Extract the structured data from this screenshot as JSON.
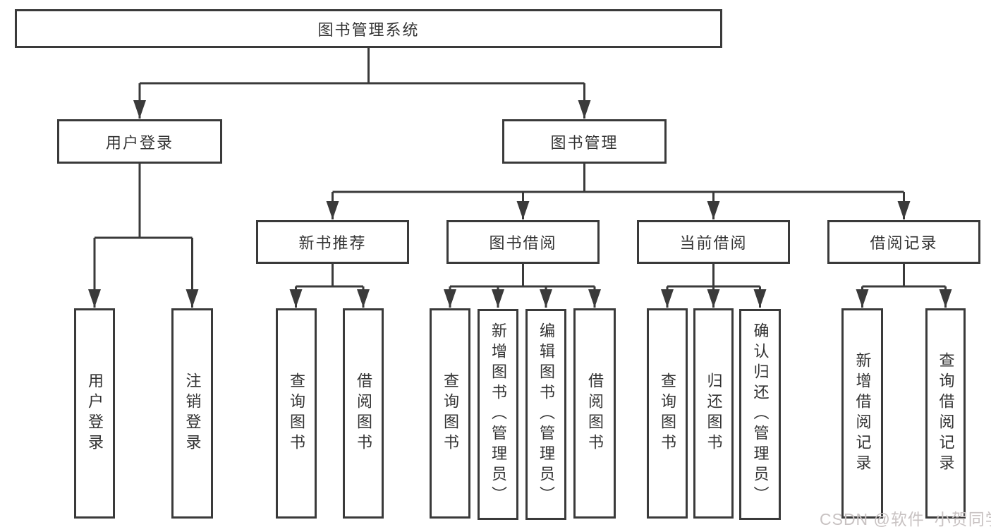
{
  "diagram": {
    "type": "hierarchy-tree",
    "colors": {
      "line": "#3a3a3a",
      "box_border": "#3a3a3a",
      "box_fill": "#ffffff",
      "text": "#333333",
      "watermark_text": "#c8c2c2",
      "background": "#ffffff"
    },
    "nodes": {
      "root": {
        "label": "图书管理系统"
      },
      "level2": [
        {
          "label": "用户登录"
        },
        {
          "label": "图书管理"
        }
      ],
      "level3": [
        {
          "label": "新书推荐"
        },
        {
          "label": "图书借阅"
        },
        {
          "label": "当前借阅"
        },
        {
          "label": "借阅记录"
        }
      ],
      "leaves": [
        {
          "label": "用户登录",
          "parent": "用户登录"
        },
        {
          "label": "注销登录",
          "parent": "用户登录"
        },
        {
          "label": "查询图书",
          "parent": "新书推荐"
        },
        {
          "label": "借阅图书",
          "parent": "新书推荐"
        },
        {
          "label": "查询图书",
          "parent": "图书借阅"
        },
        {
          "label": "新增图书（管理员）",
          "parent": "图书借阅"
        },
        {
          "label": "编辑图书（管理员）",
          "parent": "图书借阅"
        },
        {
          "label": "借阅图书",
          "parent": "图书借阅"
        },
        {
          "label": "查询图书",
          "parent": "当前借阅"
        },
        {
          "label": "归还图书",
          "parent": "当前借阅"
        },
        {
          "label": "确认归还（管理员）",
          "parent": "当前借阅"
        },
        {
          "label": "新增借阅记录",
          "parent": "借阅记录"
        },
        {
          "label": "查询借阅记录",
          "parent": "借阅记录"
        }
      ]
    },
    "watermark": "CSDN @软件_小贺同学"
  }
}
